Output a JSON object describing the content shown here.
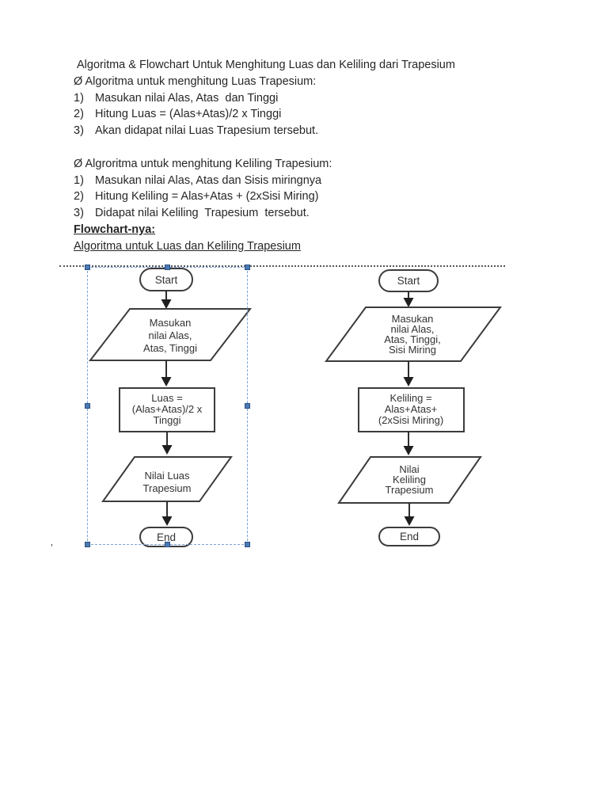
{
  "page": {
    "title": "Algoritma & Flowchart Untuk Menghitung Luas dan Keliling dari Trapesium",
    "section_luas": {
      "heading": "Ø Algoritma untuk menghitung Luas Trapesium:",
      "items": [
        {
          "num": "1)",
          "text": "Masukan nilai Alas, Atas  dan Tinggi"
        },
        {
          "num": "2)",
          "text": "Hitung Luas = (Alas+Atas)/2 x Tinggi"
        },
        {
          "num": "3)",
          "text": "Akan didapat nilai Luas Trapesium tersebut."
        }
      ]
    },
    "section_keliling": {
      "heading": "Ø Algroritma untuk menghitung Keliling Trapesium:",
      "items": [
        {
          "num": "1)",
          "text": "Masukan nilai Alas, Atas dan Sisis miringnya"
        },
        {
          "num": "2)",
          "text": "Hitung Keliling = Alas+Atas + (2xSisi Miring)"
        },
        {
          "num": "3)",
          "text": "Didapat nilai Keliling  Trapesium  tersebut."
        }
      ]
    },
    "flowchart_label": "Flowchart-nya:",
    "flowchart_subtitle": "Algoritma untuk Luas dan Keliling Trapesium",
    "stray_mark": "’"
  },
  "flowchart_luas": {
    "start_label": "Start",
    "input_lines": [
      "Masukan",
      "nilai Alas,",
      "Atas, Tinggi"
    ],
    "process_lines": [
      "Luas =",
      "(Alas+Atas)/2 x",
      "Tinggi"
    ],
    "output_lines": [
      "Nilai Luas",
      "Trapesium"
    ],
    "end_label": "End"
  },
  "flowchart_keliling": {
    "start_label": "Start",
    "input_lines": [
      "Masukan",
      "nilai Alas,",
      "Atas, Tinggi,",
      "Sisi Miring"
    ],
    "process_lines": [
      "Keliling =",
      "Alas+Atas+",
      "(2xSisi Miring)"
    ],
    "output_lines": [
      "Nilai",
      "Keliling",
      "Trapesium"
    ],
    "end_label": "End"
  },
  "colors": {
    "body_text": "#262626",
    "shape_stroke": "#3c3c3c",
    "selection_dash": "#7ba2d6",
    "selection_handle": "#4a7ab5",
    "dotted_rule": "#575757"
  }
}
